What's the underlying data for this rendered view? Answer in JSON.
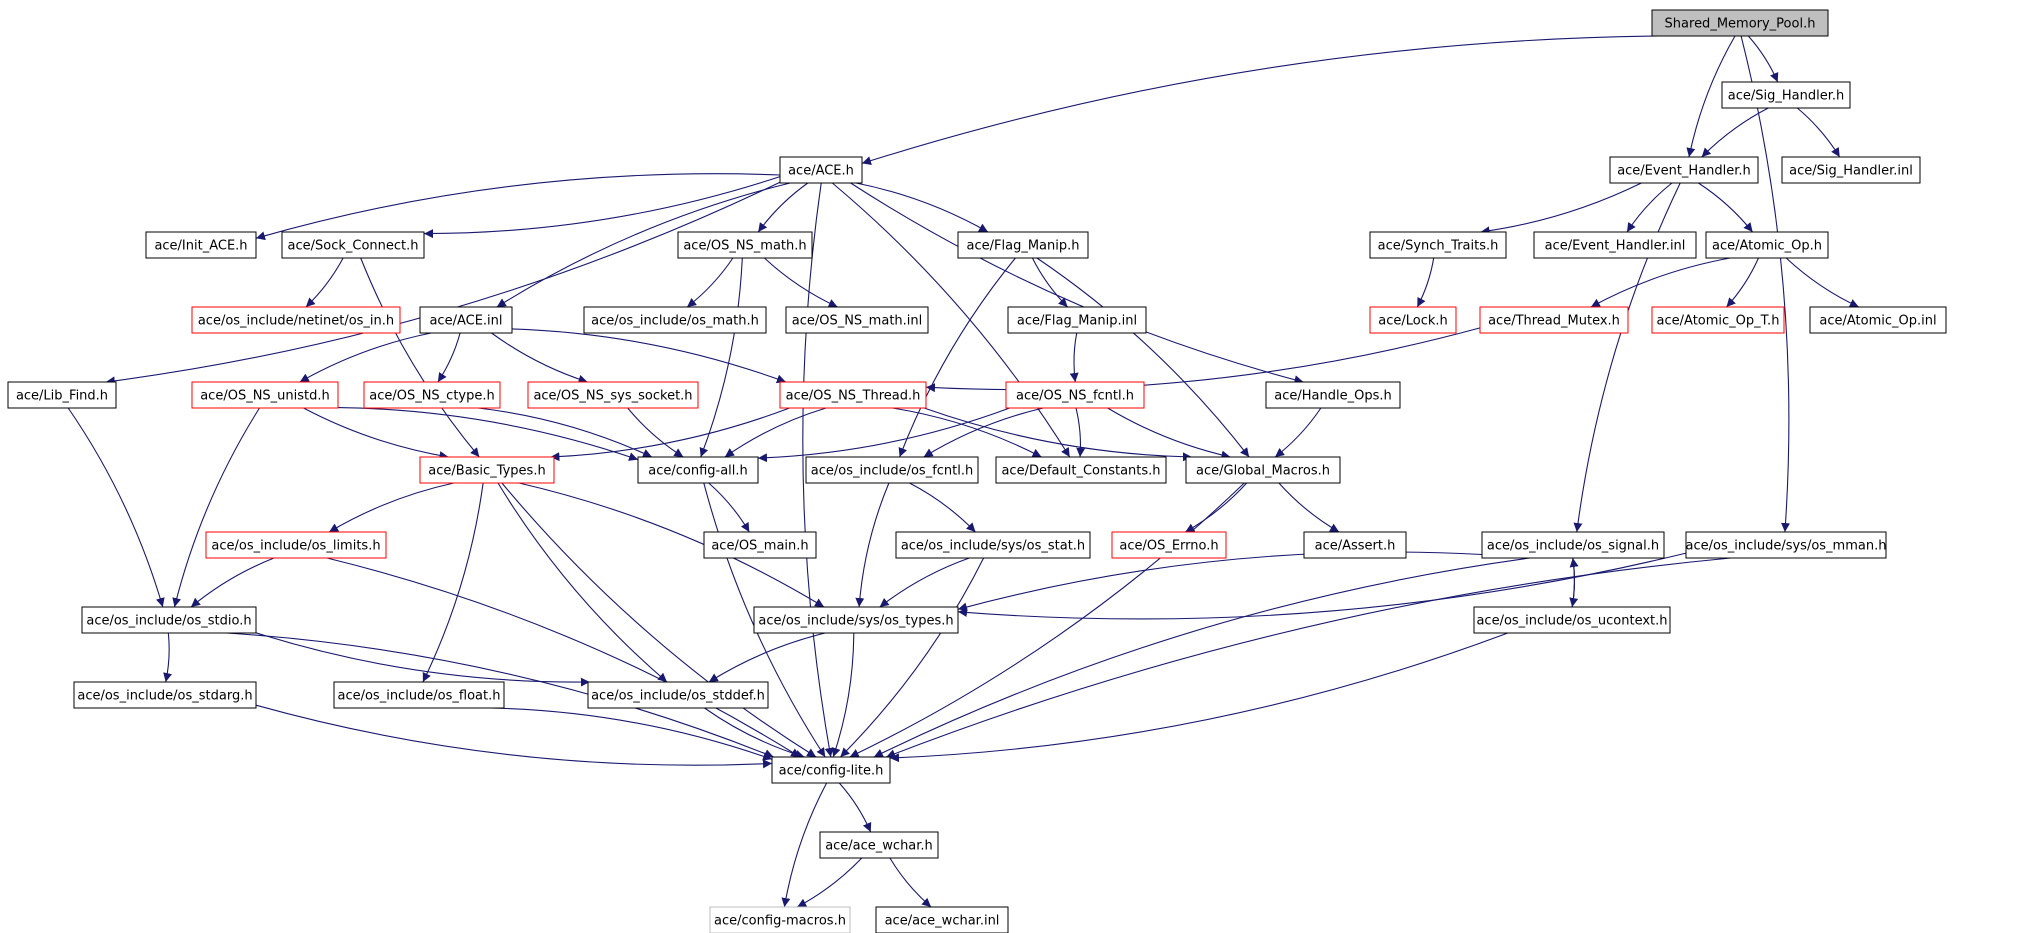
{
  "colors": {
    "edge": "#191970",
    "node_border_normal": "#000000",
    "node_border_incomplete": "#ff0000",
    "node_border_external": "#bfbfbf",
    "root_fill": "#bfbfbf"
  },
  "nodes": [
    {
      "id": "n_root",
      "label": "Shared_Memory_Pool.h",
      "kind": "root"
    },
    {
      "id": "n_sighandler",
      "label": "ace/Sig_Handler.h",
      "kind": "normal"
    },
    {
      "id": "n_ace",
      "label": "ace/ACE.h",
      "kind": "normal"
    },
    {
      "id": "n_eventhandler",
      "label": "ace/Event_Handler.h",
      "kind": "normal"
    },
    {
      "id": "n_sighandlerinl",
      "label": "ace/Sig_Handler.inl",
      "kind": "normal"
    },
    {
      "id": "n_initace",
      "label": "ace/Init_ACE.h",
      "kind": "normal"
    },
    {
      "id": "n_sockconnect",
      "label": "ace/Sock_Connect.h",
      "kind": "normal"
    },
    {
      "id": "n_osnsmath",
      "label": "ace/OS_NS_math.h",
      "kind": "normal"
    },
    {
      "id": "n_flagmanip",
      "label": "ace/Flag_Manip.h",
      "kind": "normal"
    },
    {
      "id": "n_synchtraits",
      "label": "ace/Synch_Traits.h",
      "kind": "normal"
    },
    {
      "id": "n_eventhandlerinl",
      "label": "ace/Event_Handler.inl",
      "kind": "normal"
    },
    {
      "id": "n_atomicop",
      "label": "ace/Atomic_Op.h",
      "kind": "normal"
    },
    {
      "id": "n_netinet",
      "label": "ace/os_include/netinet/os_in.h",
      "kind": "incomplete"
    },
    {
      "id": "n_aceinl",
      "label": "ace/ACE.inl",
      "kind": "normal"
    },
    {
      "id": "n_osmath",
      "label": "ace/os_include/os_math.h",
      "kind": "normal"
    },
    {
      "id": "n_osnsmathinl",
      "label": "ace/OS_NS_math.inl",
      "kind": "normal"
    },
    {
      "id": "n_flagmanipinl",
      "label": "ace/Flag_Manip.inl",
      "kind": "normal"
    },
    {
      "id": "n_lock",
      "label": "ace/Lock.h",
      "kind": "incomplete"
    },
    {
      "id": "n_threadmutex",
      "label": "ace/Thread_Mutex.h",
      "kind": "incomplete"
    },
    {
      "id": "n_atomicopt",
      "label": "ace/Atomic_Op_T.h",
      "kind": "incomplete"
    },
    {
      "id": "n_atomicopinl",
      "label": "ace/Atomic_Op.inl",
      "kind": "normal"
    },
    {
      "id": "n_libfind",
      "label": "ace/Lib_Find.h",
      "kind": "normal"
    },
    {
      "id": "n_osnsunistd",
      "label": "ace/OS_NS_unistd.h",
      "kind": "incomplete"
    },
    {
      "id": "n_osnsctype",
      "label": "ace/OS_NS_ctype.h",
      "kind": "incomplete"
    },
    {
      "id": "n_osnssyssocket",
      "label": "ace/OS_NS_sys_socket.h",
      "kind": "incomplete"
    },
    {
      "id": "n_osnsthread",
      "label": "ace/OS_NS_Thread.h",
      "kind": "incomplete"
    },
    {
      "id": "n_osnsfcntl",
      "label": "ace/OS_NS_fcntl.h",
      "kind": "incomplete"
    },
    {
      "id": "n_handleops",
      "label": "ace/Handle_Ops.h",
      "kind": "normal"
    },
    {
      "id": "n_basictypes",
      "label": "ace/Basic_Types.h",
      "kind": "incomplete"
    },
    {
      "id": "n_configall",
      "label": "ace/config-all.h",
      "kind": "normal"
    },
    {
      "id": "n_osfcntl",
      "label": "ace/os_include/os_fcntl.h",
      "kind": "normal"
    },
    {
      "id": "n_defaultconstants",
      "label": "ace/Default_Constants.h",
      "kind": "normal"
    },
    {
      "id": "n_globalmacros",
      "label": "ace/Global_Macros.h",
      "kind": "normal"
    },
    {
      "id": "n_oslimits",
      "label": "ace/os_include/os_limits.h",
      "kind": "incomplete"
    },
    {
      "id": "n_osmain",
      "label": "ace/OS_main.h",
      "kind": "normal"
    },
    {
      "id": "n_osstat",
      "label": "ace/os_include/sys/os_stat.h",
      "kind": "normal"
    },
    {
      "id": "n_oserrno",
      "label": "ace/OS_Errno.h",
      "kind": "incomplete"
    },
    {
      "id": "n_assert",
      "label": "ace/Assert.h",
      "kind": "normal"
    },
    {
      "id": "n_ossignal",
      "label": "ace/os_include/os_signal.h",
      "kind": "normal"
    },
    {
      "id": "n_osmman",
      "label": "ace/os_include/sys/os_mman.h",
      "kind": "normal"
    },
    {
      "id": "n_osstdio",
      "label": "ace/os_include/os_stdio.h",
      "kind": "normal"
    },
    {
      "id": "n_ostypes",
      "label": "ace/os_include/sys/os_types.h",
      "kind": "normal"
    },
    {
      "id": "n_osucontext",
      "label": "ace/os_include/os_ucontext.h",
      "kind": "normal"
    },
    {
      "id": "n_osstdarg",
      "label": "ace/os_include/os_stdarg.h",
      "kind": "normal"
    },
    {
      "id": "n_osfloat",
      "label": "ace/os_include/os_float.h",
      "kind": "normal"
    },
    {
      "id": "n_osstddef",
      "label": "ace/os_include/os_stddef.h",
      "kind": "normal"
    },
    {
      "id": "n_configlite",
      "label": "ace/config-lite.h",
      "kind": "normal"
    },
    {
      "id": "n_acewchar",
      "label": "ace/ace_wchar.h",
      "kind": "normal"
    },
    {
      "id": "n_configmacros",
      "label": "ace/config-macros.h",
      "kind": "external"
    },
    {
      "id": "n_acewcharinl",
      "label": "ace/ace_wchar.inl",
      "kind": "normal"
    }
  ],
  "edges": [
    [
      "n_root",
      "n_ace"
    ],
    [
      "n_root",
      "n_sighandler"
    ],
    [
      "n_root",
      "n_eventhandler"
    ],
    [
      "n_root",
      "n_osmman"
    ],
    [
      "n_sighandler",
      "n_eventhandler"
    ],
    [
      "n_sighandler",
      "n_sighandlerinl"
    ],
    [
      "n_ace",
      "n_initace"
    ],
    [
      "n_ace",
      "n_sockconnect"
    ],
    [
      "n_ace",
      "n_osnsmath"
    ],
    [
      "n_ace",
      "n_flagmanip"
    ],
    [
      "n_ace",
      "n_aceinl"
    ],
    [
      "n_ace",
      "n_libfind"
    ],
    [
      "n_ace",
      "n_handleops"
    ],
    [
      "n_ace",
      "n_defaultconstants"
    ],
    [
      "n_ace",
      "n_configlite"
    ],
    [
      "n_eventhandler",
      "n_synchtraits"
    ],
    [
      "n_eventhandler",
      "n_eventhandlerinl"
    ],
    [
      "n_eventhandler",
      "n_atomicop"
    ],
    [
      "n_eventhandler",
      "n_ossignal"
    ],
    [
      "n_sockconnect",
      "n_netinet"
    ],
    [
      "n_sockconnect",
      "n_basictypes"
    ],
    [
      "n_osnsmath",
      "n_osmath"
    ],
    [
      "n_osnsmath",
      "n_osnsmathinl"
    ],
    [
      "n_osnsmath",
      "n_configall"
    ],
    [
      "n_flagmanip",
      "n_flagmanipinl"
    ],
    [
      "n_flagmanip",
      "n_globalmacros"
    ],
    [
      "n_flagmanip",
      "n_osfcntl"
    ],
    [
      "n_synchtraits",
      "n_lock"
    ],
    [
      "n_atomicop",
      "n_threadmutex"
    ],
    [
      "n_atomicop",
      "n_atomicopt"
    ],
    [
      "n_atomicop",
      "n_atomicopinl"
    ],
    [
      "n_threadmutex",
      "n_osnsthread"
    ],
    [
      "n_aceinl",
      "n_osnsunistd"
    ],
    [
      "n_aceinl",
      "n_osnsctype"
    ],
    [
      "n_aceinl",
      "n_osnssyssocket"
    ],
    [
      "n_aceinl",
      "n_osnsthread"
    ],
    [
      "n_flagmanipinl",
      "n_osnsfcntl"
    ],
    [
      "n_libfind",
      "n_osstdio"
    ],
    [
      "n_osnsunistd",
      "n_basictypes"
    ],
    [
      "n_osnsunistd",
      "n_configall"
    ],
    [
      "n_osnsunistd",
      "n_osstdio"
    ],
    [
      "n_osnsctype",
      "n_configall"
    ],
    [
      "n_osnssyssocket",
      "n_configall"
    ],
    [
      "n_osnsthread",
      "n_basictypes"
    ],
    [
      "n_osnsthread",
      "n_configall"
    ],
    [
      "n_osnsthread",
      "n_defaultconstants"
    ],
    [
      "n_osnsthread",
      "n_globalmacros"
    ],
    [
      "n_osnsfcntl",
      "n_configall"
    ],
    [
      "n_osnsfcntl",
      "n_osfcntl"
    ],
    [
      "n_osnsfcntl",
      "n_defaultconstants"
    ],
    [
      "n_osnsfcntl",
      "n_globalmacros"
    ],
    [
      "n_handleops",
      "n_globalmacros"
    ],
    [
      "n_basictypes",
      "n_oslimits"
    ],
    [
      "n_basictypes",
      "n_osfloat"
    ],
    [
      "n_basictypes",
      "n_osstddef"
    ],
    [
      "n_basictypes",
      "n_ostypes"
    ],
    [
      "n_basictypes",
      "n_configlite"
    ],
    [
      "n_configall",
      "n_osmain"
    ],
    [
      "n_configall",
      "n_configlite"
    ],
    [
      "n_osfcntl",
      "n_osstat"
    ],
    [
      "n_osfcntl",
      "n_ostypes"
    ],
    [
      "n_globalmacros",
      "n_oserrno"
    ],
    [
      "n_globalmacros",
      "n_assert"
    ],
    [
      "n_globalmacros",
      "n_configlite"
    ],
    [
      "n_oslimits",
      "n_osstdio"
    ],
    [
      "n_oslimits",
      "n_configlite"
    ],
    [
      "n_osstat",
      "n_ostypes"
    ],
    [
      "n_osstat",
      "n_configlite"
    ],
    [
      "n_ossignal",
      "n_ostypes"
    ],
    [
      "n_ossignal",
      "n_osucontext"
    ],
    [
      "n_ossignal",
      "n_configlite"
    ],
    [
      "n_osmman",
      "n_ostypes"
    ],
    [
      "n_osmman",
      "n_configlite"
    ],
    [
      "n_osstdio",
      "n_osstdarg"
    ],
    [
      "n_osstdio",
      "n_osstddef"
    ],
    [
      "n_osstdio",
      "n_configlite"
    ],
    [
      "n_ostypes",
      "n_osstddef"
    ],
    [
      "n_ostypes",
      "n_configlite"
    ],
    [
      "n_osucontext",
      "n_ossignal"
    ],
    [
      "n_osucontext",
      "n_configlite"
    ],
    [
      "n_osstdarg",
      "n_configlite"
    ],
    [
      "n_osfloat",
      "n_configlite"
    ],
    [
      "n_osstddef",
      "n_configlite"
    ],
    [
      "n_configlite",
      "n_acewchar"
    ],
    [
      "n_configlite",
      "n_configmacros"
    ],
    [
      "n_acewchar",
      "n_configmacros"
    ],
    [
      "n_acewchar",
      "n_acewcharinl"
    ]
  ]
}
